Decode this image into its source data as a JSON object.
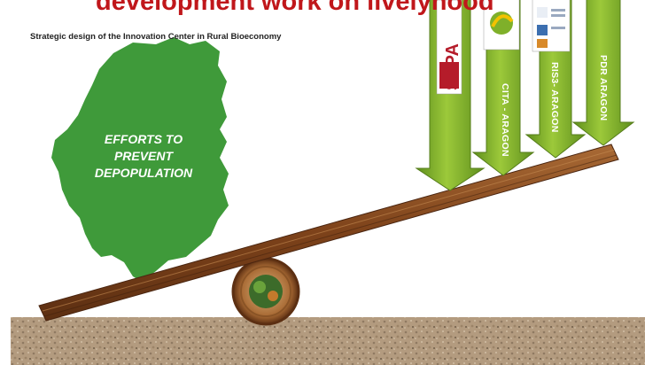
{
  "header": {
    "title": "development work on livelyhood",
    "subtitle": "Strategic design of the Innovation Center in Rural Bioeconomy"
  },
  "region": {
    "label_lines": [
      "EFFORTS TO",
      "PREVENT",
      "DEPOPULATION"
    ],
    "color": "#3f9a3a"
  },
  "arrows": [
    {
      "label": "",
      "logo_text": "SSPA",
      "logo_color": "#b51c2a"
    },
    {
      "label": "CITA - ARAGON"
    },
    {
      "label": "RIS3- ARAGON"
    },
    {
      "label": "PDR ARAGON"
    }
  ],
  "colors": {
    "title": "#c0171b",
    "arrow_green": "#7fb02a",
    "plank": "#8b4a1e",
    "ground": "#b39b7f"
  }
}
